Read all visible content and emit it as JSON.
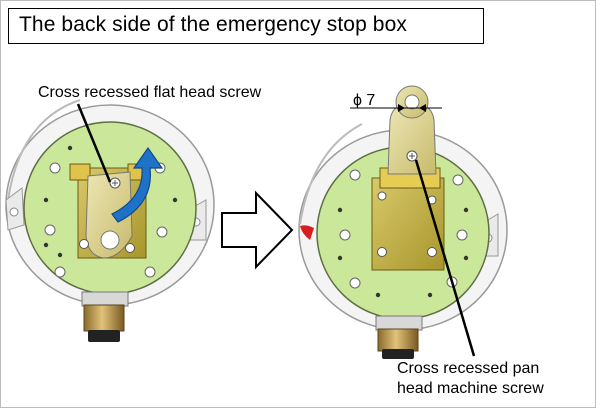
{
  "title": "The back side of the emergency stop box",
  "labels": {
    "flat_head_screw": "Cross recessed flat head screw",
    "pan_head_screw_line1": "Cross recessed pan",
    "pan_head_screw_line2": "head machine screw",
    "diameter": "ϕ 7"
  },
  "colors": {
    "board": "#cbe89a",
    "bracket": "#d8cf88",
    "rotate_arrow": "#1e73c8",
    "case_red": "#d62020"
  }
}
